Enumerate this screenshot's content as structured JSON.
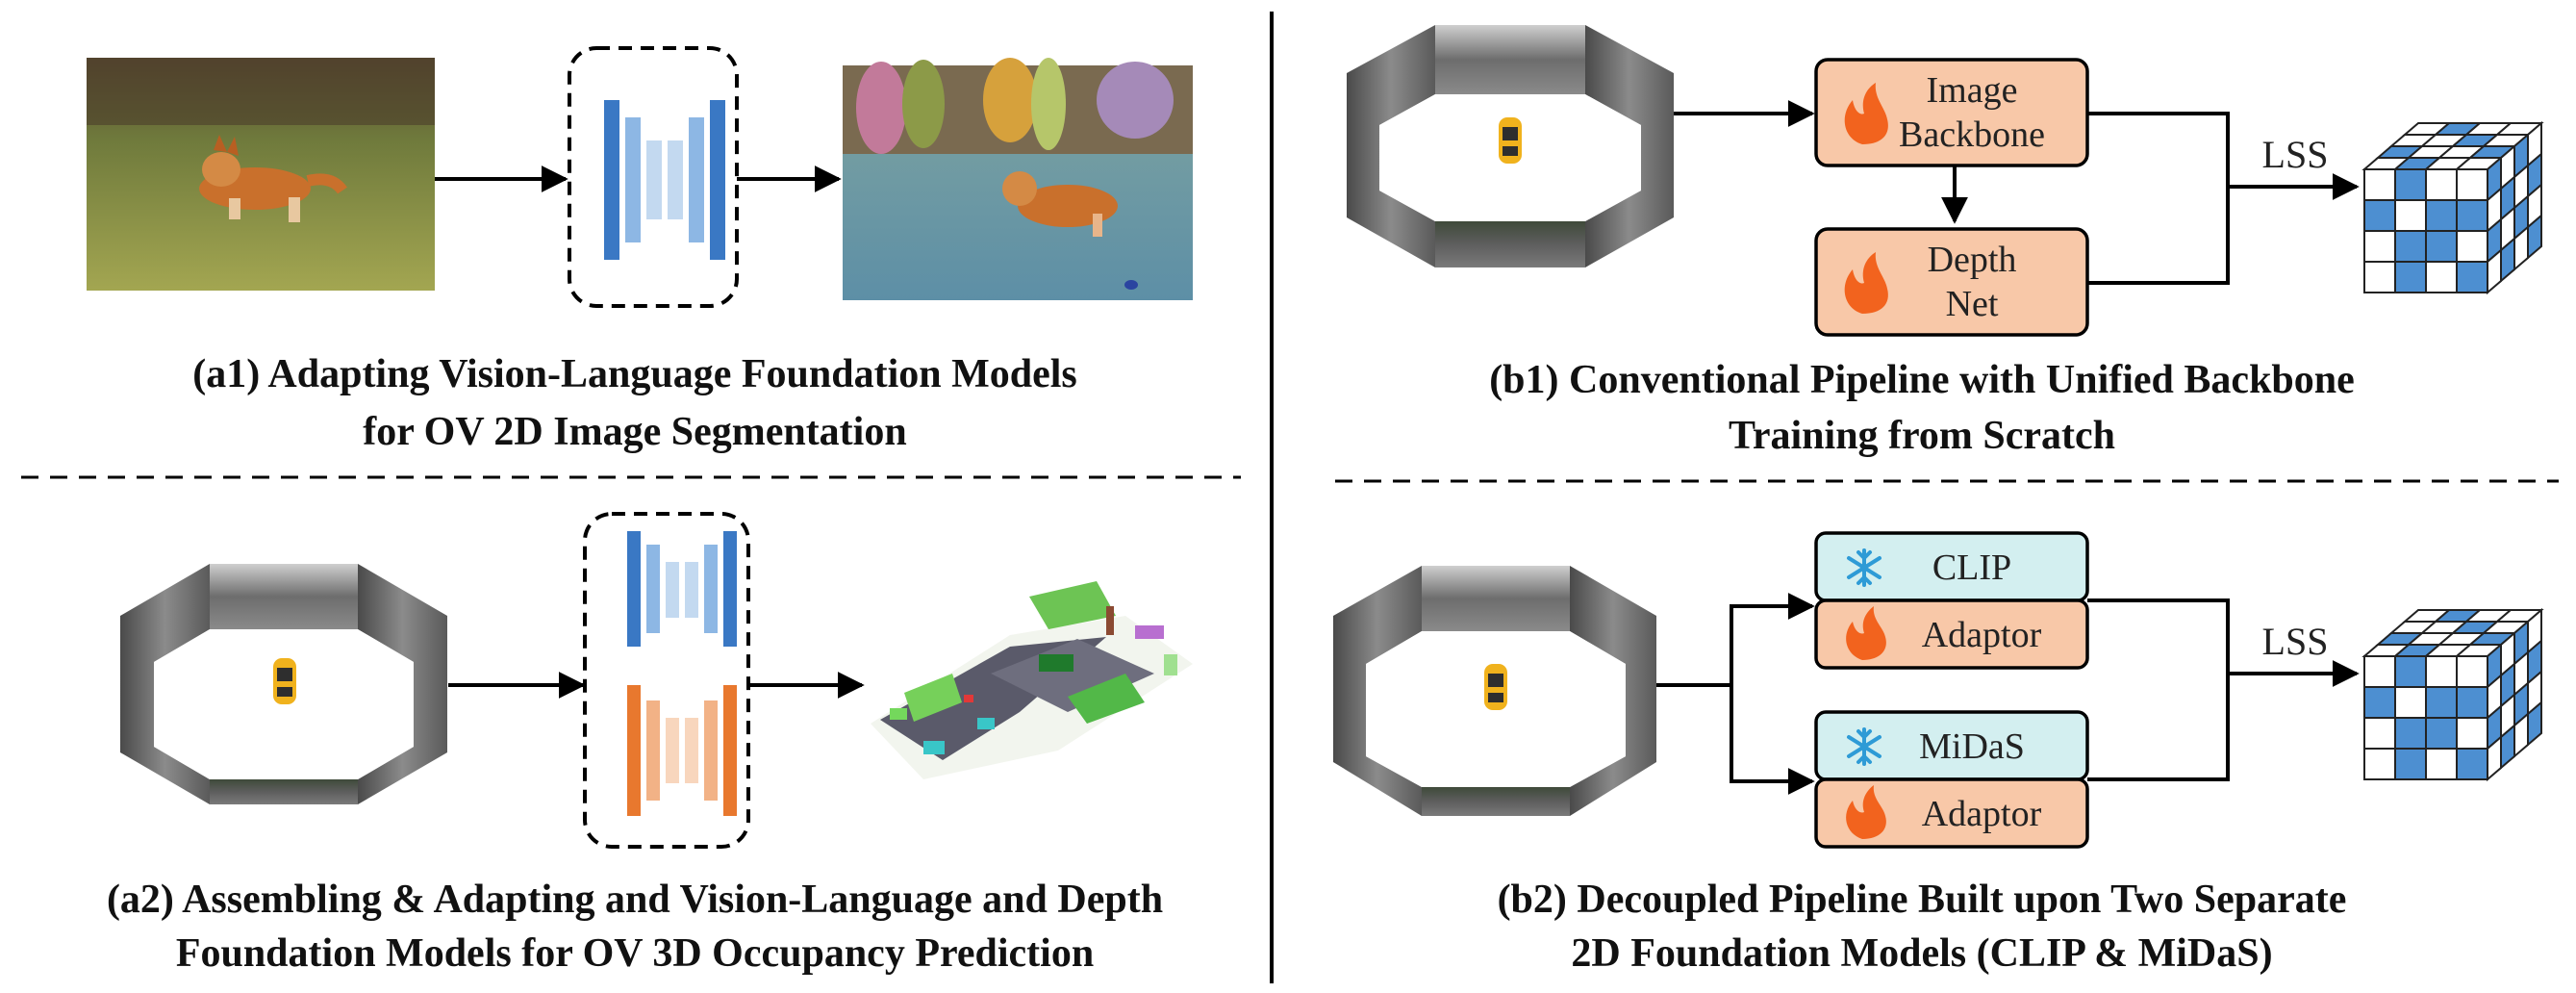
{
  "panels": {
    "a1": {
      "caption_line1": "(a1) Adapting Vision-Language Foundation Models",
      "caption_line2": "for OV 2D Image Segmentation"
    },
    "a2": {
      "caption_line1": "(a2) Assembling & Adapting and Vision-Language and Depth",
      "caption_line2": "Foundation Models for OV 3D Occupancy Prediction"
    },
    "b1": {
      "box_image_backbone_line1": "Image",
      "box_image_backbone_line2": "Backbone",
      "box_depth_net_line1": "Depth",
      "box_depth_net_line2": "Net",
      "lss_label": "LSS",
      "caption_line1": "(b1) Conventional Pipeline with Unified Backbone",
      "caption_line2": "Training from Scratch"
    },
    "b2": {
      "clip_label": "CLIP",
      "midas_label": "MiDaS",
      "adaptor_label_top": "Adaptor",
      "adaptor_label_bottom": "Adaptor",
      "lss_label": "LSS",
      "caption_line1": "(b2) Decoupled Pipeline Built upon Two Separate",
      "caption_line2": "2D Foundation Models (CLIP & MiDaS)"
    }
  },
  "icons": {
    "trainable": "flame-icon",
    "frozen": "snowflake-icon"
  },
  "colors": {
    "trainable_fill": "#f8c8a8",
    "frozen_fill": "#d3eff0",
    "flame": "#f2631e",
    "snowflake": "#2e9bd6",
    "clip_encoder_blue": "#3a78c4",
    "depth_encoder_orange": "#e8782e",
    "voxel_blue": "#4d8fd1"
  }
}
